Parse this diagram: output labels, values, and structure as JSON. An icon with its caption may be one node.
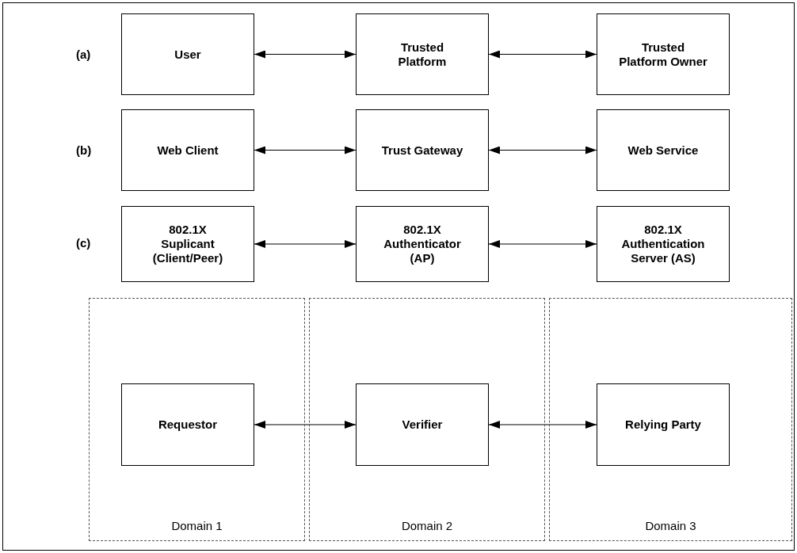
{
  "diagram": {
    "nodes": [
      {
        "text": [
          "User"
        ]
      },
      {
        "text": [
          "Trusted Platform"
        ]
      },
      {
        "text": [
          "Trusted Platform Owner"
        ]
      },
      {
        "text": [
          "Web Client"
        ]
      },
      {
        "text": [
          "Trust Gateway"
        ]
      },
      {
        "text": [
          "Web Service"
        ]
      },
      {
        "text": [
          "802.1X Suplicant (Client/Peer)"
        ]
      },
      {
        "text": [
          "802.1X Authenticator (AP)"
        ]
      },
      {
        "text": [
          "802.1X Authentication Server (AS)"
        ]
      },
      {
        "text": [
          "Domain 1"
        ]
      },
      {
        "text": [
          "Requestor"
        ],
        "in": 9
      },
      {
        "text": [
          "Domain 2"
        ]
      },
      {
        "text": [
          "Verifier"
        ],
        "in": 11
      },
      {
        "text": [
          "Domain 3"
        ]
      },
      {
        "text": [
          "Relying Party"
        ],
        "in": 13
      }
    ],
    "edges": [
      {
        "from": 0,
        "to": 1,
        "arrow": "both"
      },
      {
        "from": 1,
        "to": 2,
        "arrow": "both"
      },
      {
        "from": 3,
        "to": 4,
        "arrow": "both"
      },
      {
        "from": 4,
        "to": 5,
        "arrow": "both"
      },
      {
        "from": 6,
        "to": 7,
        "arrow": "both"
      },
      {
        "from": 7,
        "to": 8,
        "arrow": "both"
      },
      {
        "from": 10,
        "to": 12,
        "arrow": "both"
      },
      {
        "from": 12,
        "to": 14,
        "arrow": "both"
      }
    ],
    "labels": [
      "(a)",
      "(b)",
      "(c)"
    ]
  }
}
